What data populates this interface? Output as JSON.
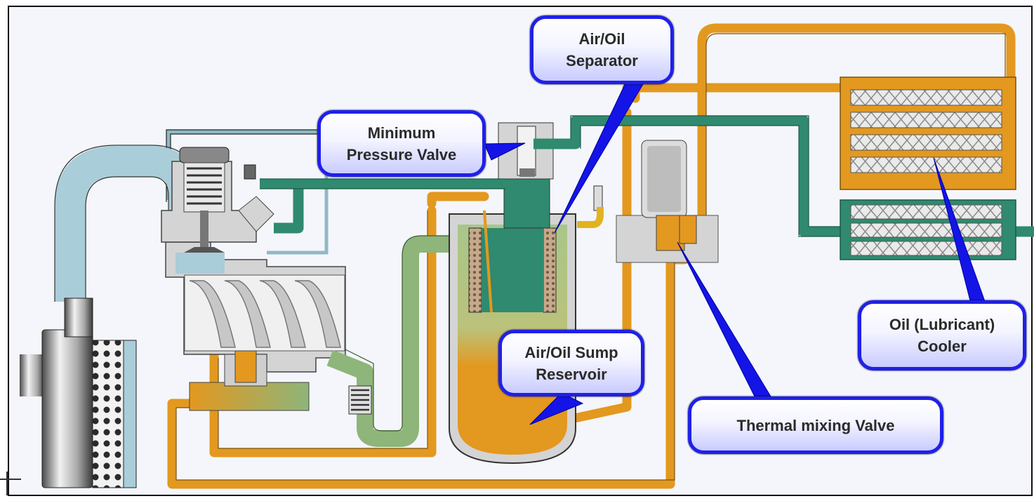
{
  "diagram": {
    "labels": {
      "separator": [
        "Air/Oil",
        "Separator"
      ],
      "min_pressure_valve": [
        "Minimum",
        "Pressure Valve"
      ],
      "sump_reservoir": [
        "Air/Oil Sump",
        "Reservoir"
      ],
      "oil_cooler": [
        "Oil (Lubricant)",
        "Cooler"
      ],
      "thermal_valve": [
        "Thermal mixing Valve"
      ]
    },
    "colors": {
      "oil": "#e3981f",
      "air_intake": "#a9cdd9",
      "compressed_air": "#2f8a6f",
      "air_oil_mix": "#8eb57a",
      "housing": "#d4d4d4",
      "callout_border": "#1f20e8",
      "pointer": "#1414e6"
    },
    "icons": [
      "intake-filter-icon",
      "inlet-valve-icon",
      "screw-rotor-icon",
      "separator-tank-icon",
      "cooler-icon",
      "thermal-valve-icon"
    ]
  }
}
